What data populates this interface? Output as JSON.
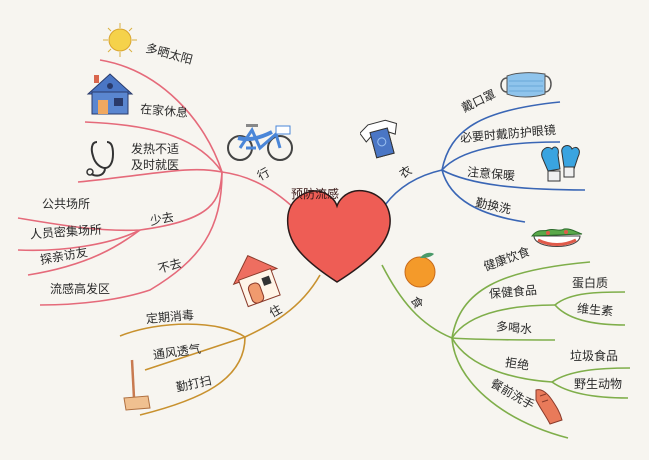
{
  "center": {
    "label": "预防流感",
    "color": "#ee5d55"
  },
  "branches": {
    "xing": {
      "label": "行",
      "color": "#e56a7a",
      "items": [
        "多晒太阳",
        "在家休息",
        "发热不适",
        "及时就医"
      ],
      "shaoqu": {
        "label": "少去",
        "items": [
          "公共场所",
          "人员密集场所",
          "探亲访友"
        ]
      },
      "buqu": {
        "label": "不去",
        "items": [
          "流感高发区"
        ]
      }
    },
    "zhu": {
      "label": "住",
      "color": "#c8912e",
      "items": [
        "定期消毒",
        "通风透气",
        "勤打扫"
      ]
    },
    "yi": {
      "label": "衣",
      "color": "#3a66b5",
      "items": [
        "戴口罩",
        "必要时戴防护眼镜",
        "注意保暖",
        "勤换洗"
      ]
    },
    "shi": {
      "label": "食",
      "color": "#7fae4a",
      "items": [
        "健康饮食",
        "保健食品",
        "多喝水",
        "拒绝",
        "餐前洗手"
      ],
      "baojian": [
        "蛋白质",
        "维生素"
      ],
      "jujue": [
        "垃圾食品",
        "野生动物"
      ]
    }
  },
  "icons": [
    "sun-icon",
    "house-icon",
    "stethoscope-icon",
    "bicycle-icon",
    "cottage-icon",
    "broom-icon",
    "tshirt-icon",
    "mask-icon",
    "mittens-icon",
    "salad-icon",
    "orange-icon",
    "handwash-icon"
  ]
}
